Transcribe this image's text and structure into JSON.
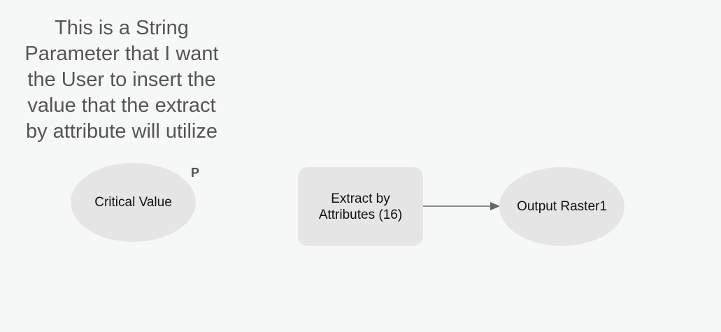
{
  "annotation": {
    "text": "This is a String\nParameter that I want\nthe User to insert the\nvalue that the extract\nby attribute will utilize"
  },
  "nodes": {
    "critical_value": {
      "label": "Critical Value",
      "marker": "P"
    },
    "extract": {
      "label": "Extract by\nAttributes (16)"
    },
    "output": {
      "label": "Output Raster1"
    }
  },
  "colors": {
    "background": "#f6f8f7",
    "node_fill": "#e5e5e5",
    "connector": "#666666",
    "annotation_text": "#555555"
  }
}
